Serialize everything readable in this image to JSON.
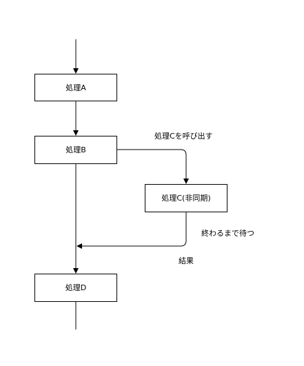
{
  "nodes": {
    "process_a": "処理A",
    "process_b": "処理B",
    "process_c": "処理C(非同期)",
    "process_d": "処理D"
  },
  "edge_labels": {
    "call_c": "処理Cを呼び出す",
    "wait_until_done": "終わるまで待つ",
    "result": "結果"
  },
  "colors": {
    "stroke": "#000000",
    "fill": "#ffffff"
  }
}
